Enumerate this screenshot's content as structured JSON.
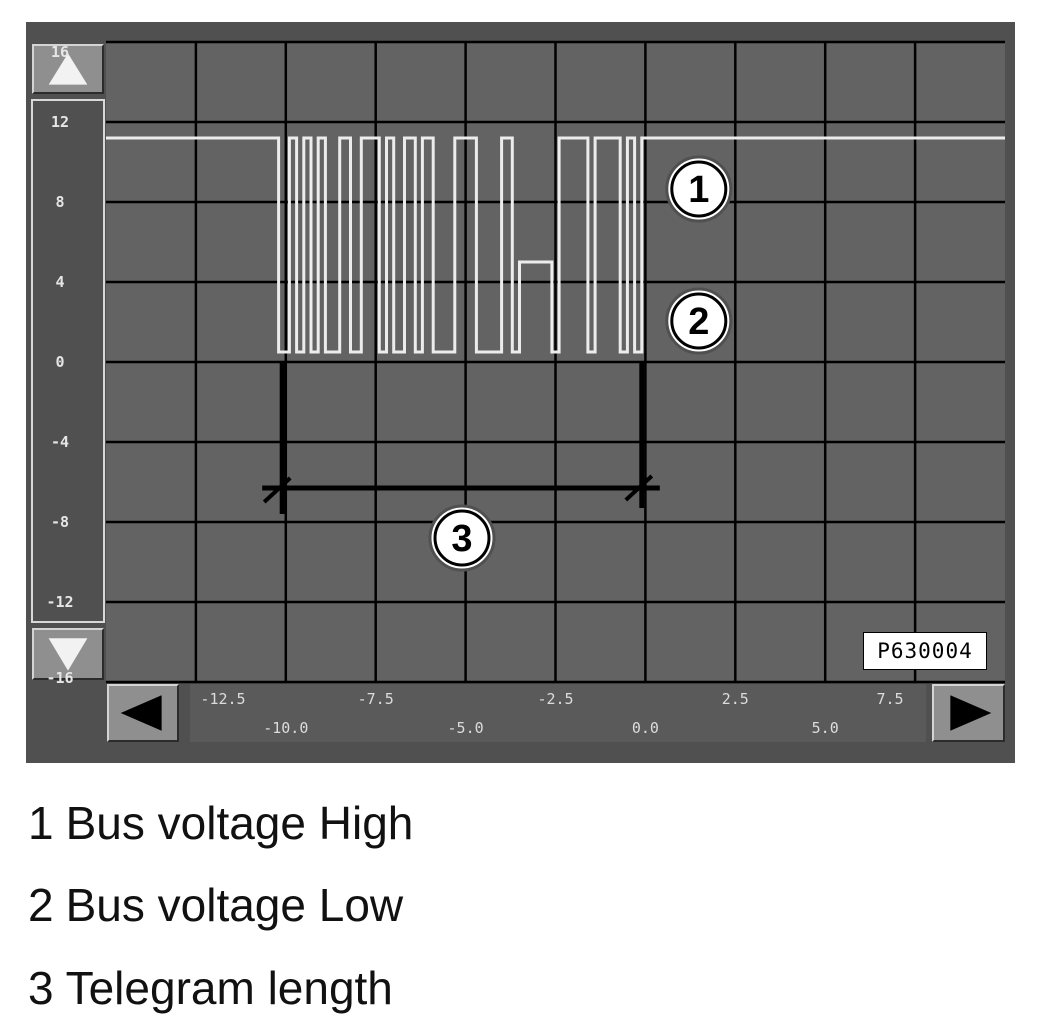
{
  "chart_data": {
    "type": "line",
    "title": "",
    "xlabel": "",
    "ylabel": "",
    "x_tick_labels_upper": [
      "-12.5",
      "-7.5",
      "-2.5",
      "2.5",
      "7.5"
    ],
    "x_tick_labels_lower": [
      "-10.0",
      "-5.0",
      "0.0",
      "5.0"
    ],
    "y_tick_labels": [
      "16",
      "12",
      "8",
      "4",
      "0",
      "-4",
      "-8",
      "-12",
      "-16"
    ],
    "xlim": [
      -15.0,
      10.0
    ],
    "ylim": [
      -16,
      16
    ],
    "grid": true,
    "series": [
      {
        "x": [
          -15.0,
          -10.2,
          -10.2,
          -9.9,
          -9.9,
          -9.7,
          -9.7,
          -9.5,
          -9.5,
          -9.3,
          -9.3,
          -9.1,
          -9.1,
          -8.9,
          -8.9,
          -8.5,
          -8.5,
          -8.2,
          -8.2,
          -7.9,
          -7.9,
          -7.4,
          -7.4,
          -7.2,
          -7.2,
          -7.0,
          -7.0,
          -6.7,
          -6.7,
          -6.4,
          -6.4,
          -6.2,
          -6.2,
          -5.9,
          -5.9,
          -5.3,
          -5.3,
          -4.7,
          -4.7,
          -4.0,
          -4.0,
          -3.7,
          -3.7,
          -3.5,
          -3.5,
          -2.6,
          -2.6,
          -2.4,
          -2.4,
          -1.6,
          -1.6,
          -1.4,
          -1.4,
          -0.7,
          -0.7,
          -0.5,
          -0.5,
          -0.3,
          -0.3,
          -0.1,
          -0.1,
          0.1,
          0.1,
          10.0
        ],
        "y": [
          11.2,
          11.2,
          0.5,
          0.5,
          11.2,
          11.2,
          0.5,
          0.5,
          11.2,
          11.2,
          0.5,
          0.5,
          11.2,
          11.2,
          0.5,
          0.5,
          11.2,
          11.2,
          0.5,
          0.5,
          11.2,
          11.2,
          0.5,
          0.5,
          11.2,
          11.2,
          0.5,
          0.5,
          11.2,
          11.2,
          0.5,
          0.5,
          11.2,
          11.2,
          0.5,
          0.5,
          11.2,
          11.2,
          0.5,
          0.5,
          11.2,
          11.2,
          0.5,
          0.5,
          5.0,
          5.0,
          0.5,
          0.5,
          11.2,
          11.2,
          0.5,
          0.5,
          11.2,
          11.2,
          0.5,
          0.5,
          11.2,
          11.2,
          0.5,
          0.5,
          11.2,
          11.2,
          11.2,
          11.2
        ]
      }
    ],
    "telegram_span": {
      "x_start": -10.1,
      "x_end": -0.1,
      "y": -6.3
    }
  },
  "callouts": [
    "1",
    "2",
    "3"
  ],
  "image_code": "P630004",
  "legend_items": [
    {
      "number": "1",
      "text": "Bus voltage High"
    },
    {
      "number": "2",
      "text": "Bus voltage Low"
    },
    {
      "number": "3",
      "text": "Telegram length"
    }
  ],
  "colors": {
    "panel": "#505050",
    "plot": "#636363",
    "grid": "#000000",
    "trace": "#e8e8e8",
    "button": "#8f8f8f"
  },
  "icons": {
    "scroll_up": "triangle-up-icon",
    "scroll_down": "triangle-down-icon",
    "scroll_left": "triangle-left-icon",
    "scroll_right": "triangle-right-icon"
  }
}
